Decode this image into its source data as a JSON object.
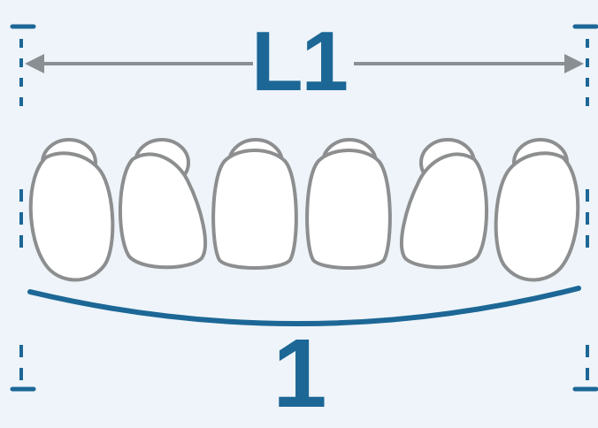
{
  "diagram": {
    "top_label": "L1",
    "bottom_label": "1",
    "tooth_count": 6
  },
  "colors": {
    "background": "#eef4f9",
    "accent_blue": "#1c6796",
    "arrow_gray": "#8a8f93",
    "tooth_outline": "#8c8e8f",
    "tooth_fill": "#ffffff"
  },
  "icons": {
    "arrow": "double-headed-arrow",
    "tooth": "incisor-outline"
  }
}
